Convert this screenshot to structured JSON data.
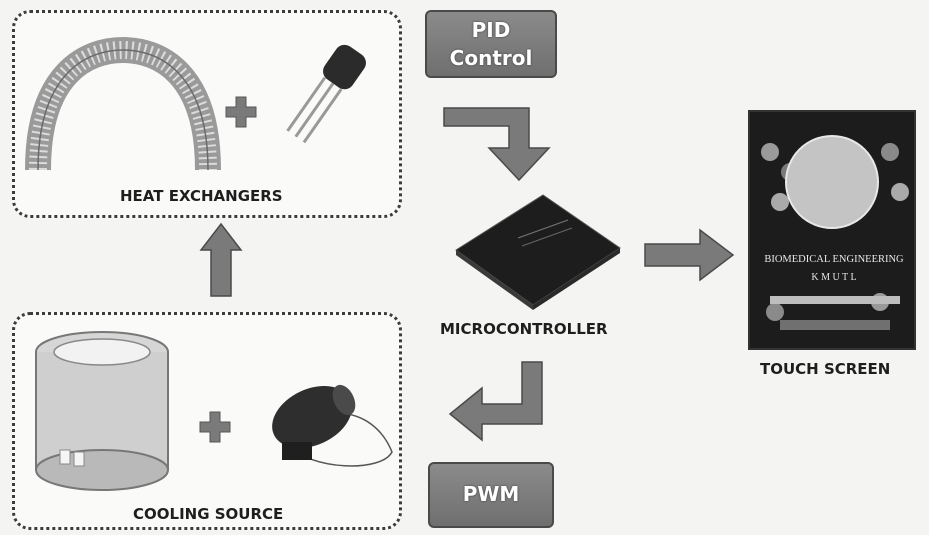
{
  "labels": {
    "pid_line1": "PID",
    "pid_line2": "Control",
    "pwm": "PWM",
    "heat_exchangers": "HEAT EXCHANGERS",
    "cooling_source": "COOLING SOURCE",
    "microcontroller": "MICROCONTROLLER",
    "touch_screen": "TOUCH SCREEN"
  },
  "touch_screen_display": {
    "line1": "BIOMEDICAL ENGINEERING",
    "line2": "K M U T L"
  },
  "colors": {
    "arrow_fill": "#7a7a7a",
    "label_box": "#7d7d7d",
    "border": "#3c3c3c"
  },
  "icons": {
    "heat_coil": "coiled-tube-icon",
    "sensor": "temperature-sensor-icon",
    "plus": "plus-icon",
    "cooler": "cylinder-cooler-icon",
    "pump": "pump-icon",
    "chip": "microcontroller-chip-icon"
  }
}
